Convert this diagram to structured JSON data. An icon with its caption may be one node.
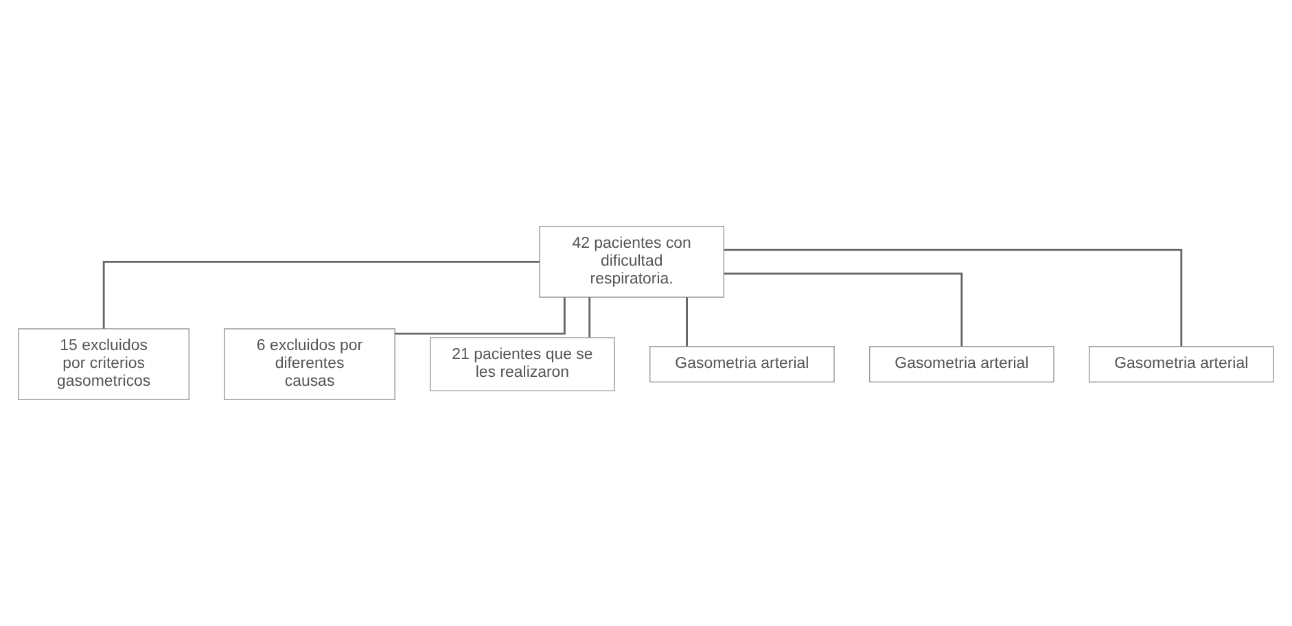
{
  "diagram": {
    "nodes": [
      {
        "text": [
          "42 pacientes con dificultad respiratoria."
        ]
      },
      {
        "text": [
          "15 excluidos por criterios gasometricos"
        ]
      },
      {
        "text": [
          "6 excluidos por diferentes causas"
        ]
      },
      {
        "text": [
          "21 pacientes que se les realizaron"
        ]
      },
      {
        "text": [
          "Gasometria arterial"
        ]
      },
      {
        "text": [
          "Gasometria arterial"
        ]
      },
      {
        "text": [
          "Gasometria arterial"
        ]
      }
    ],
    "edges": [
      {
        "from": 0,
        "to": 1,
        "arrow": "none"
      },
      {
        "from": 0,
        "to": 2,
        "arrow": "none"
      },
      {
        "from": 0,
        "to": 3,
        "arrow": "none"
      },
      {
        "from": 0,
        "to": 4,
        "arrow": "none"
      },
      {
        "from": 0,
        "to": 5,
        "arrow": "none"
      },
      {
        "from": 0,
        "to": 6,
        "arrow": "none"
      }
    ]
  }
}
